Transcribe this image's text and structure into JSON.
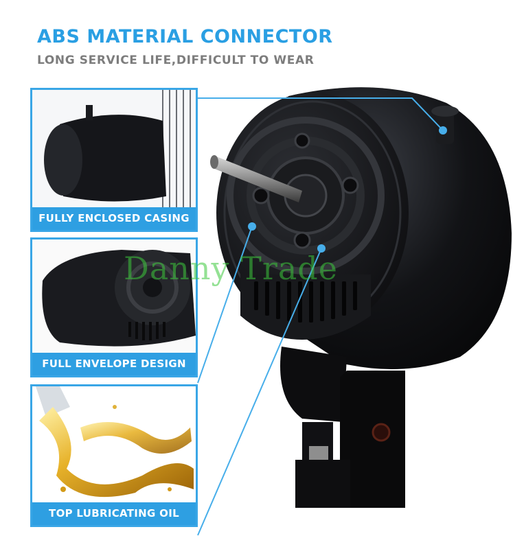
{
  "header": {
    "title": "ABS MATERIAL CONNECTOR",
    "subtitle": "LONG SERVICE LIFE,DIFFICULT TO WEAR"
  },
  "features": [
    {
      "label": "FULLY ENCLOSED CASING",
      "image": "fan-motor-casing-photo"
    },
    {
      "label": "FULL ENVELOPE DESIGN",
      "image": "motor-rear-housing-photo"
    },
    {
      "label": "TOP LUBRICATING OIL",
      "image": "golden-oil-splash-photo"
    }
  ],
  "product": {
    "image": "black-fan-motor-housing-photo"
  },
  "watermark": {
    "text": "Danny Trade"
  },
  "colors": {
    "accent": "#2a9fe3",
    "label_background": "#2e9fe2",
    "subtitle": "#7d7d7d",
    "watermark": "#3cc83c"
  }
}
